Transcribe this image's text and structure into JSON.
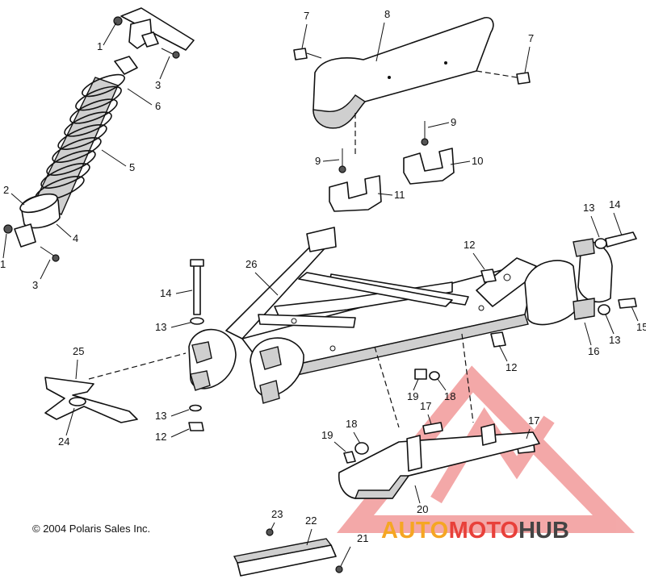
{
  "copyright": "© 2004 Polaris Sales Inc.",
  "watermark": {
    "part_auto": "AUTO",
    "part_moto": "MOTO",
    "part_hub": "HUB",
    "colors": {
      "auto": "#f5a623",
      "moto": "#e8403a",
      "hub": "#444444",
      "triangle": "#e8403a"
    }
  },
  "callouts": [
    "1",
    "1",
    "2",
    "3",
    "3",
    "4",
    "5",
    "6",
    "7",
    "7",
    "8",
    "9",
    "9",
    "10",
    "11",
    "12",
    "12",
    "12",
    "13",
    "13",
    "13",
    "13",
    "14",
    "14",
    "15",
    "16",
    "17",
    "17",
    "18",
    "18",
    "19",
    "19",
    "20",
    "21",
    "22",
    "23",
    "24",
    "25",
    "26"
  ]
}
